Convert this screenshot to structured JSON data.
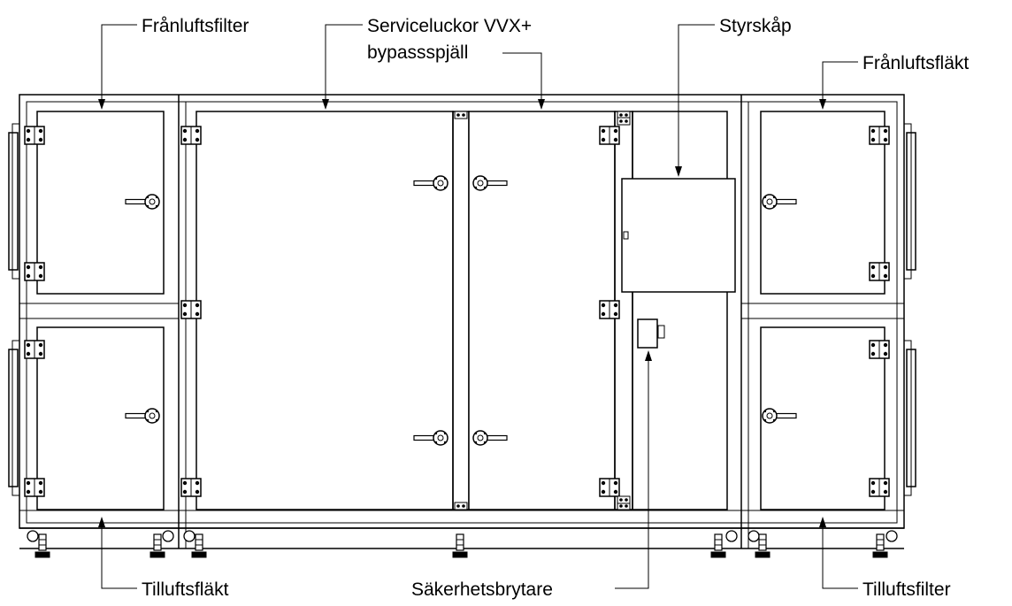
{
  "diagram": {
    "labels": {
      "franluftsfilter": "Frånluftsfilter",
      "serviceluckor_line1": "Serviceluckor VVX+",
      "serviceluckor_line2": "bypassspjäll",
      "styrskap": "Styrskåp",
      "franluftsflakt": "Frånluftsfläkt",
      "tilluftsflakt": "Tilluftsfläkt",
      "sakerhetsbrytare": "Säkerhetsbrytare",
      "tilluftsfilter": "Tilluftsfilter"
    },
    "colors": {
      "line": "#000000",
      "background": "#ffffff"
    }
  }
}
